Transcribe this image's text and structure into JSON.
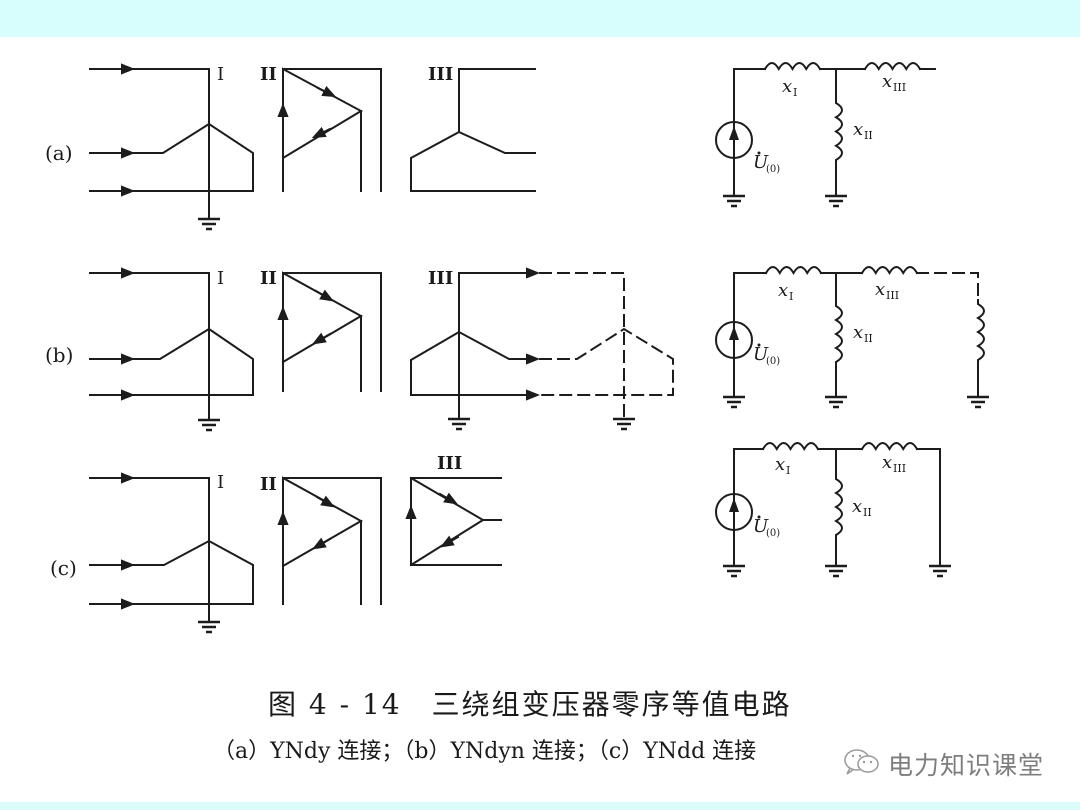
{
  "figure": {
    "title": "图 4 - 14　三绕组变压器零序等值电路",
    "subtitle": "（a）YNdy 连接；（b）YNdyn 连接；（c）YNdd 连接",
    "watermark": "电力知识课堂",
    "watermark_icon": "wechat-icon"
  },
  "panels": [
    {
      "id": "a",
      "label": "(a)",
      "connection": "YNdy",
      "windings": [
        "I",
        "II",
        "III"
      ],
      "winding_types": [
        "YN (grounded wye)",
        "d (delta)",
        "y (ungrounded wye)"
      ],
      "equivalent_circuit": {
        "source": "U(0)",
        "elements": [
          "xI",
          "xII",
          "xIII"
        ],
        "xIII_termination": "open"
      }
    },
    {
      "id": "b",
      "label": "(b)",
      "connection": "YNdyn",
      "windings": [
        "I",
        "II",
        "III"
      ],
      "winding_types": [
        "YN (grounded wye)",
        "d (delta)",
        "yn (grounded wye, grounded load)"
      ],
      "equivalent_circuit": {
        "source": "U(0)",
        "elements": [
          "xI",
          "xII",
          "xIII"
        ],
        "xIII_termination": "load reactance to ground"
      }
    },
    {
      "id": "c",
      "label": "(c)",
      "connection": "YNdd",
      "windings": [
        "I",
        "II",
        "III"
      ],
      "winding_types": [
        "YN (grounded wye)",
        "d (delta)",
        "d (delta)"
      ],
      "equivalent_circuit": {
        "source": "U(0)",
        "elements": [
          "xI",
          "xII",
          "xIII"
        ],
        "xIII_termination": "grounded"
      }
    }
  ],
  "labels": {
    "w1": "I",
    "w2": "II",
    "w3": "III",
    "x1": "x",
    "x1_sub": "I",
    "x2": "x",
    "x2_sub": "II",
    "x3": "x",
    "x3_sub": "III",
    "u": "U",
    "u_sub": "(0)"
  },
  "colors": {
    "top_band": "#d8fdfd",
    "line": "#1c1c1c",
    "watermark": "#7d7d7d"
  }
}
